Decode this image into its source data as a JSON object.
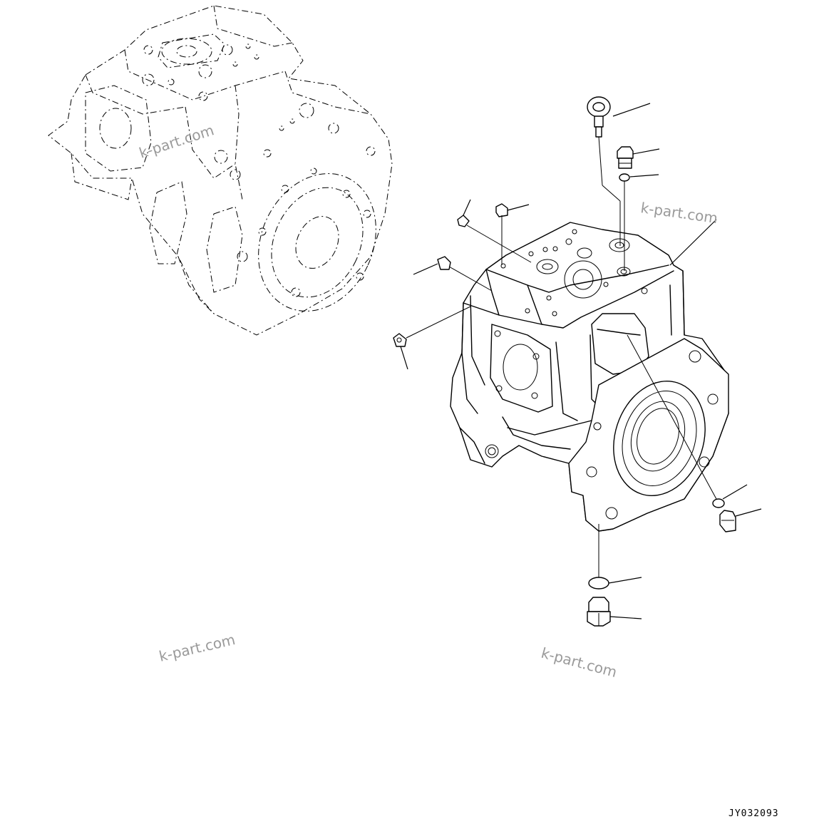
{
  "watermarks": [
    "k-part.com",
    "k-part.com",
    "k-part.com",
    "k-part.com"
  ],
  "drawing_code": "JY032093",
  "parts": [
    {
      "name": "eye-bolt"
    },
    {
      "name": "plug-top-right"
    },
    {
      "name": "o-ring-top-right"
    },
    {
      "name": "pump-case"
    },
    {
      "name": "plug-left-upper"
    },
    {
      "name": "plug-left-middle"
    },
    {
      "name": "plug-left-lower"
    },
    {
      "name": "plug-left-bottom"
    },
    {
      "name": "o-ring-right-side"
    },
    {
      "name": "plug-right-side"
    },
    {
      "name": "o-ring-bottom"
    },
    {
      "name": "plug-bottom"
    }
  ]
}
